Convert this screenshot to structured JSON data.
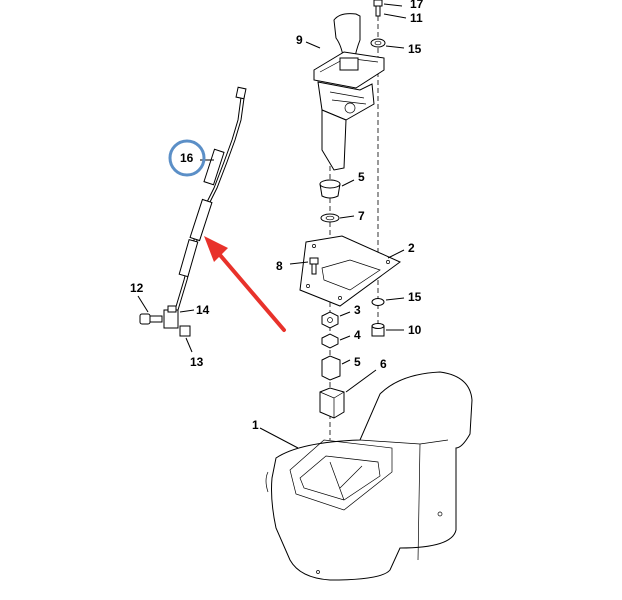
{
  "callouts": {
    "c1": "1",
    "c2": "2",
    "c3": "3",
    "c4": "4",
    "c5a": "5",
    "c5b": "5",
    "c6": "6",
    "c7": "7",
    "c8": "8",
    "c9": "9",
    "c10": "10",
    "c11": "11",
    "c12": "12",
    "c13": "13",
    "c14": "14",
    "c15a": "15",
    "c15b": "15",
    "c16": "16",
    "c17": "17"
  },
  "colors": {
    "highlight_circle": "#5b8fc7",
    "arrow": "#e8322b",
    "line": "#000000"
  },
  "icons": {
    "highlight": "circle-highlight-icon",
    "pointer": "red-arrow-icon"
  }
}
